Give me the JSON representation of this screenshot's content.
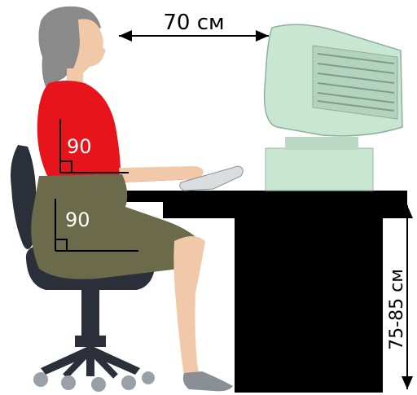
{
  "labels": {
    "distance": "70 см",
    "back_angle": "90",
    "knee_angle": "90",
    "desk_height": "75-85 см"
  },
  "colors": {
    "background": "#ffffff",
    "shirt": "#e8141b",
    "skirt": "#6b6a4a",
    "skin": "#f2c9a8",
    "hair": "#8a8a8a",
    "chair": "#2b2f3a",
    "desk": "#000000",
    "monitor": "#c8e6d2",
    "keyboard": "#d9dde0",
    "dimension_lines": "#000000"
  },
  "icons": [
    "chair-icon",
    "monitor-icon",
    "keyboard-icon",
    "person-icon",
    "desk-icon"
  ]
}
